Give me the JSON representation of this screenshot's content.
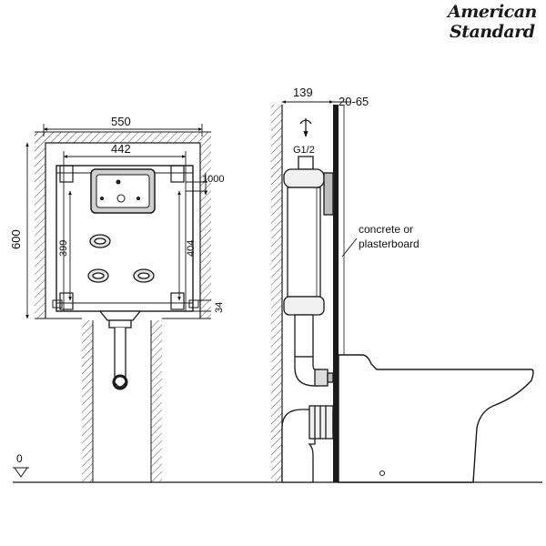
{
  "brand": {
    "line1": "American",
    "line2": "Standard"
  },
  "front_view": {
    "width_outer": "550",
    "width_inner": "442",
    "height_total": "600",
    "dim_left": "399",
    "dim_right": "404",
    "dim_top_right": "1000",
    "dim_bottom_right": "34"
  },
  "side_view": {
    "depth": "139",
    "wall_range": "20-65",
    "inlet": "G1/2",
    "wall_note_line1": "concrete or",
    "wall_note_line2": "plasterboard"
  },
  "floor_level": "0",
  "colors": {
    "line": "#1a1a1a",
    "hatch": "#555555",
    "fill_light": "#f2f2f2",
    "fill_mid": "#bdbdbd"
  }
}
